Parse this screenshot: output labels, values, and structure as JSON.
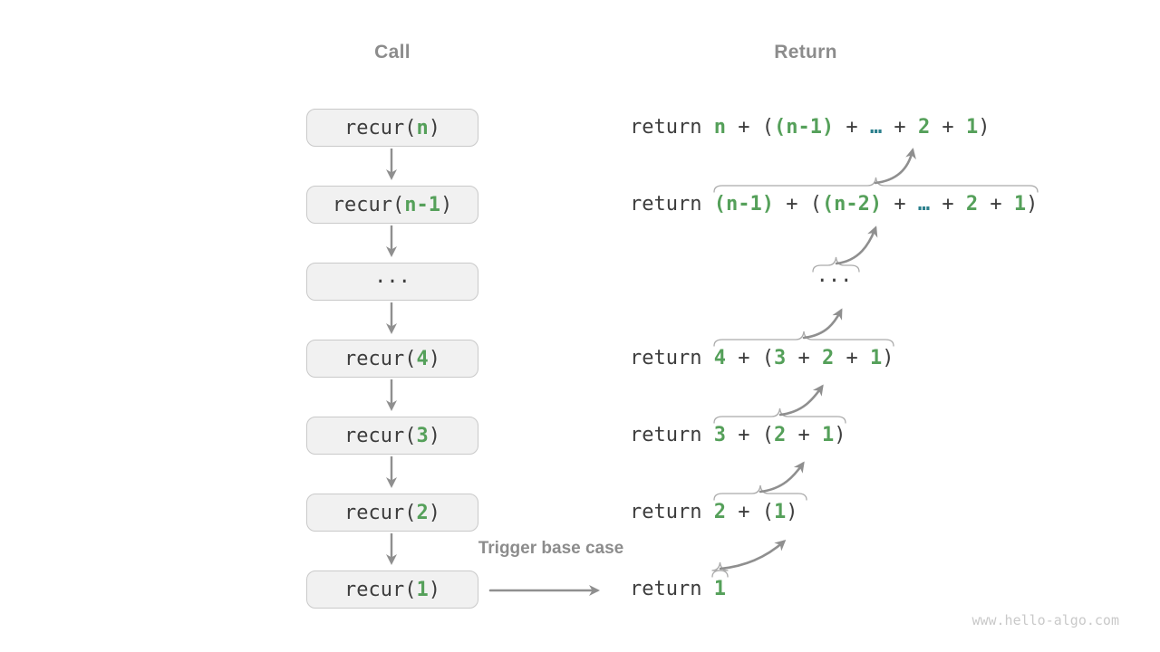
{
  "headers": {
    "call": "Call",
    "return": "Return"
  },
  "labels": {
    "trigger": "Trigger base case"
  },
  "watermark": "www.hello-algo.com",
  "colors": {
    "green": "#55a05a",
    "teal": "#2b7f8c",
    "dark": "#3d3d3d",
    "muted": "#8c8c8c"
  },
  "call_column": {
    "boxes": [
      {
        "segments": [
          {
            "t": "recur(",
            "c": "dark"
          },
          {
            "t": "n",
            "c": "green"
          },
          {
            "t": ")",
            "c": "dark"
          }
        ]
      },
      {
        "segments": [
          {
            "t": "recur(",
            "c": "dark"
          },
          {
            "t": "n-1",
            "c": "green"
          },
          {
            "t": ")",
            "c": "dark"
          }
        ]
      },
      {
        "segments": [
          {
            "t": "···",
            "c": "dark"
          }
        ]
      },
      {
        "segments": [
          {
            "t": "recur(",
            "c": "dark"
          },
          {
            "t": "4",
            "c": "green"
          },
          {
            "t": ")",
            "c": "dark"
          }
        ]
      },
      {
        "segments": [
          {
            "t": "recur(",
            "c": "dark"
          },
          {
            "t": "3",
            "c": "green"
          },
          {
            "t": ")",
            "c": "dark"
          }
        ]
      },
      {
        "segments": [
          {
            "t": "recur(",
            "c": "dark"
          },
          {
            "t": "2",
            "c": "green"
          },
          {
            "t": ")",
            "c": "dark"
          }
        ]
      },
      {
        "segments": [
          {
            "t": "recur(",
            "c": "dark"
          },
          {
            "t": "1",
            "c": "green"
          },
          {
            "t": ")",
            "c": "dark"
          }
        ]
      }
    ]
  },
  "return_column": {
    "rows": [
      {
        "segments": [
          {
            "t": "return ",
            "c": "dark"
          },
          {
            "t": "n",
            "c": "green"
          },
          {
            "t": " + (",
            "c": "dark"
          },
          {
            "t": "(n-1)",
            "c": "green"
          },
          {
            "t": " + ",
            "c": "dark"
          },
          {
            "t": "…",
            "c": "teal"
          },
          {
            "t": " + ",
            "c": "dark"
          },
          {
            "t": "2",
            "c": "green"
          },
          {
            "t": " + ",
            "c": "dark"
          },
          {
            "t": "1",
            "c": "green"
          },
          {
            "t": ")",
            "c": "dark"
          }
        ]
      },
      {
        "segments": [
          {
            "t": "return ",
            "c": "dark"
          },
          {
            "t": "(n-1)",
            "c": "green"
          },
          {
            "t": " + (",
            "c": "dark"
          },
          {
            "t": "(n-2)",
            "c": "green"
          },
          {
            "t": " + ",
            "c": "dark"
          },
          {
            "t": "…",
            "c": "teal"
          },
          {
            "t": " + ",
            "c": "dark"
          },
          {
            "t": "2",
            "c": "green"
          },
          {
            "t": " + ",
            "c": "dark"
          },
          {
            "t": "1",
            "c": "green"
          },
          {
            "t": ")",
            "c": "dark"
          }
        ]
      },
      {
        "segments": [
          {
            "t": "···",
            "c": "dark"
          }
        ]
      },
      {
        "segments": [
          {
            "t": "return ",
            "c": "dark"
          },
          {
            "t": "4",
            "c": "green"
          },
          {
            "t": " + (",
            "c": "dark"
          },
          {
            "t": "3",
            "c": "green"
          },
          {
            "t": " + ",
            "c": "dark"
          },
          {
            "t": "2",
            "c": "green"
          },
          {
            "t": " + ",
            "c": "dark"
          },
          {
            "t": "1",
            "c": "green"
          },
          {
            "t": ")",
            "c": "dark"
          }
        ]
      },
      {
        "segments": [
          {
            "t": "return ",
            "c": "dark"
          },
          {
            "t": "3",
            "c": "green"
          },
          {
            "t": " + (",
            "c": "dark"
          },
          {
            "t": "2",
            "c": "green"
          },
          {
            "t": " + ",
            "c": "dark"
          },
          {
            "t": "1",
            "c": "green"
          },
          {
            "t": ")",
            "c": "dark"
          }
        ]
      },
      {
        "segments": [
          {
            "t": "return ",
            "c": "dark"
          },
          {
            "t": "2",
            "c": "green"
          },
          {
            "t": " + (",
            "c": "dark"
          },
          {
            "t": "1",
            "c": "green"
          },
          {
            "t": ")",
            "c": "dark"
          }
        ]
      },
      {
        "segments": [
          {
            "t": "return ",
            "c": "dark"
          },
          {
            "t": "1",
            "c": "green"
          }
        ]
      }
    ]
  }
}
